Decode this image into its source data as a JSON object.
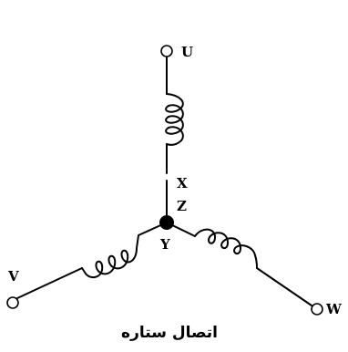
{
  "diagram": {
    "caption": "اتصال ستاره",
    "terminals": {
      "u": "U",
      "v": "V",
      "w": "W"
    },
    "center_labels": {
      "x": "X",
      "z": "Z",
      "y": "Y"
    }
  }
}
